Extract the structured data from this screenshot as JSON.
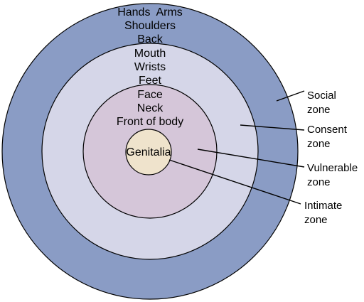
{
  "colors": {
    "social": "#8a9cc5",
    "consent": "#d5d6e8",
    "vulnerable": "#d5c6d9",
    "intimate": "#efe3cc"
  },
  "outer_ring": {
    "line1": "Hands  Arms",
    "line2": "Shoulders",
    "line3": "Back"
  },
  "consent_ring": {
    "line1": "Mouth",
    "line2": "Wrists",
    "line3": "Feet"
  },
  "vulnerable_ring": {
    "line1": "Face",
    "line2": "Neck",
    "line3": "Front of body"
  },
  "center": {
    "label": "Genitalia"
  },
  "zones": {
    "social": {
      "line1": "Social",
      "line2": "zone"
    },
    "consent": {
      "line1": "Consent",
      "line2": "zone"
    },
    "vulnerable": {
      "line1": "Vulnerable",
      "line2": "zone"
    },
    "intimate": {
      "line1": "Intimate",
      "line2": "zone"
    }
  }
}
